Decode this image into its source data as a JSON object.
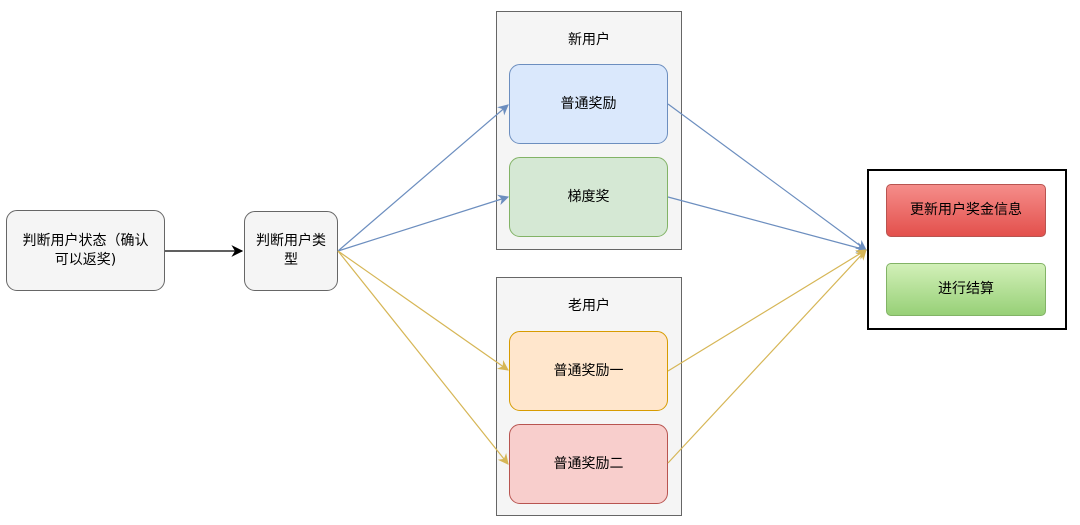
{
  "nodes": {
    "check_status_line1": "判断用户状态（确认",
    "check_status_line2": "可以返奖)",
    "check_type_line1": "判断用户类",
    "check_type_line2": "型",
    "normal_reward": "普通奖励",
    "tiered_reward": "梯度奖",
    "normal_reward_1": "普通奖励一",
    "normal_reward_2": "普通奖励二",
    "update_info": "更新用户奖金信息",
    "settle": "进行结算"
  },
  "groups": {
    "new_user": "新用户",
    "old_user": "老用户"
  },
  "colors": {
    "blue_edge": "#6c8ebf",
    "yellow_edge": "#d6b656",
    "black_edge": "#000000"
  }
}
